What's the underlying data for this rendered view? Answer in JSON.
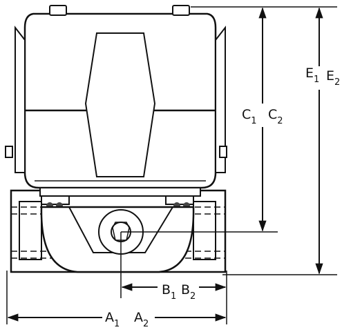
{
  "dimensions": {
    "A": {
      "main": "A",
      "sub1": "1",
      "sub2": "2"
    },
    "A2": {
      "main": "A",
      "sub": "2"
    },
    "B": {
      "main": "B",
      "sub1": "1",
      "sub2": "2"
    },
    "B2": {
      "main": "B",
      "sub": "2"
    },
    "C": {
      "main": "C",
      "sub1": "1",
      "sub2": "2"
    },
    "C2": {
      "main": "C",
      "sub": "2"
    },
    "E": {
      "main": "E",
      "sub1": "1",
      "sub2": "2"
    },
    "E2": {
      "main": "E",
      "sub": "2"
    }
  },
  "colors": {
    "ink": "#111111",
    "paper": "#ffffff"
  }
}
